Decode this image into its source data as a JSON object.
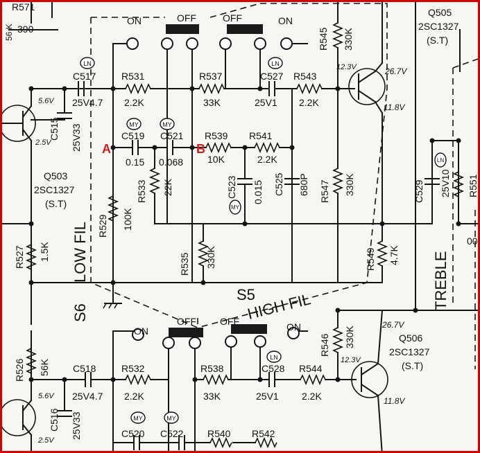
{
  "labels": {
    "r571": "R571",
    "r571_val": "390",
    "q505": "Q505",
    "q505_type": "2SC1327",
    "q505_st": "(S.T)",
    "q503": "Q503",
    "q503_type": "2SC1327",
    "q503_st": "(S.T)",
    "q506": "Q506",
    "q506_type": "2SC1327",
    "q506_st": "(S.T)",
    "on_1": "ON",
    "off_1": "OFF",
    "off_2": "OFF",
    "on_2": "ON",
    "on_3": "ON",
    "off_3": "OFF",
    "off_4": "OFF",
    "on_4": "ON",
    "ln": "LN",
    "my": "MY",
    "c517": "C517",
    "c517_val": "25V4.7",
    "c515": "C515",
    "c515_val": "25V33",
    "c527": "C527",
    "c527_val": "25V1",
    "c519": "C519",
    "c519_val": "0.15",
    "c521": "C521",
    "c521_val": "0.068",
    "c523": "C523",
    "c523_val": "0.015",
    "c525": "C525",
    "c525_val": "680P",
    "c529": "C529",
    "c529_val": "25V10",
    "c518": "C518",
    "c518_val": "25V4.7",
    "c516": "C516",
    "c516_val": "25V33",
    "c528": "C528",
    "c528_val": "25V1",
    "c520": "C520",
    "c522": "C522",
    "r531": "R531",
    "r531_val": "2.2K",
    "r537": "R537",
    "r537_val": "33K",
    "r543": "R543",
    "r543_val": "2.2K",
    "r545": "R545",
    "r545_val": "330K",
    "r539": "R539",
    "r539_val": "10K",
    "r541": "R541",
    "r541_val": "2.2K",
    "r533": "R533",
    "r533_val": "22K",
    "r547": "R547",
    "r547_val": "330K",
    "r529": "R529",
    "r529_val": "100K",
    "r527": "R527",
    "r527_val": "1.5K",
    "r535": "R535",
    "r535_val": "330K",
    "r549": "R549",
    "r549_val": "4.7K",
    "r551": "R551",
    "r526": "R526",
    "r526_val": "56K",
    "r532": "R532",
    "r532_val": "2.2K",
    "r538": "R538",
    "r538_val": "33K",
    "r544": "R544",
    "r544_val": "2.2K",
    "r546": "R546",
    "r546_val": "330K",
    "r540": "R540",
    "r542": "R542",
    "v_123": "12.3V",
    "v_267": "26.7V",
    "v_118": "11.8V",
    "v_56": "5.6V",
    "v_25": "2.5V",
    "low_fil": "LOW FIL",
    "high_fil": "HIGH FIL",
    "s6": "S6",
    "s5": "S5",
    "treble": "TREBLE",
    "node_a": "A",
    "node_b": "B",
    "k56": "56 K",
    "cut": "00"
  }
}
